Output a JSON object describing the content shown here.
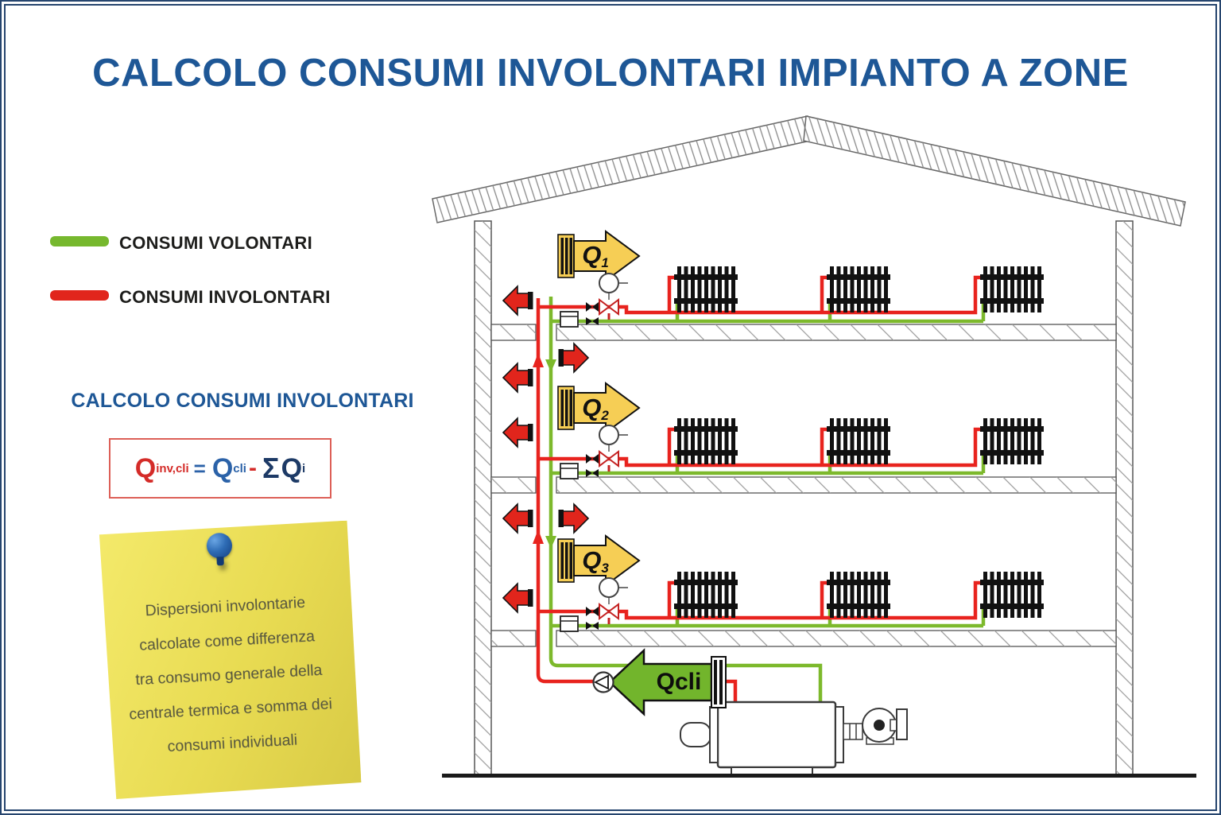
{
  "title": "CALCOLO CONSUMI INVOLONTARI IMPIANTO A ZONE",
  "legend": {
    "items": [
      {
        "label": "CONSUMI VOLONTARI",
        "color": "#76b82e"
      },
      {
        "label": "CONSUMI INVOLONTARI",
        "color": "#e1251c"
      }
    ]
  },
  "calc": {
    "heading": "CALCOLO CONSUMI INVOLONTARI",
    "formula": {
      "lhs": "Q",
      "lhs_sub": "inv,cli",
      "equals": "=",
      "term1": "Q",
      "term1_sub": "cli",
      "minus": "-",
      "sigma": "Σ",
      "term2": "Q",
      "term2_sub": "i"
    }
  },
  "note": {
    "lines": [
      "Dispersioni involontarie",
      "calcolate come differenza",
      "tra consumo generale della",
      "centrale termica e somma dei",
      "consumi individuali"
    ]
  },
  "diagram": {
    "zones": [
      {
        "label": "Q",
        "sub": "1"
      },
      {
        "label": "Q",
        "sub": "2"
      },
      {
        "label": "Q",
        "sub": "3"
      }
    ],
    "boiler_arrow_label": "Qcli",
    "colors": {
      "voluntary_green": "#76b82e",
      "involuntary_red": "#e1251c",
      "pipe_red": "#e8231e",
      "pipe_green": "#7db92c",
      "zone_arrow_yellow": "#f6ce55",
      "title_blue": "#1e5796"
    }
  }
}
